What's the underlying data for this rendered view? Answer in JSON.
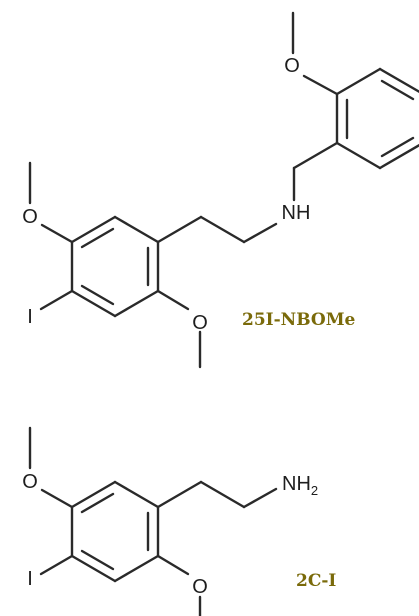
{
  "diagram": {
    "molecules": [
      {
        "name": "25I-NBOMe",
        "atom_labels": {
          "o1": "O",
          "o2": "O",
          "o3": "O",
          "iodine": "I",
          "nh": "NH"
        }
      },
      {
        "name": "2C-I",
        "atom_labels": {
          "o1": "O",
          "o2": "O",
          "iodine": "I",
          "nh2": "NH",
          "nh2_sub": "2"
        }
      }
    ],
    "colors": {
      "label": "#7a6a0a",
      "bond": "#2a2a2a"
    }
  }
}
